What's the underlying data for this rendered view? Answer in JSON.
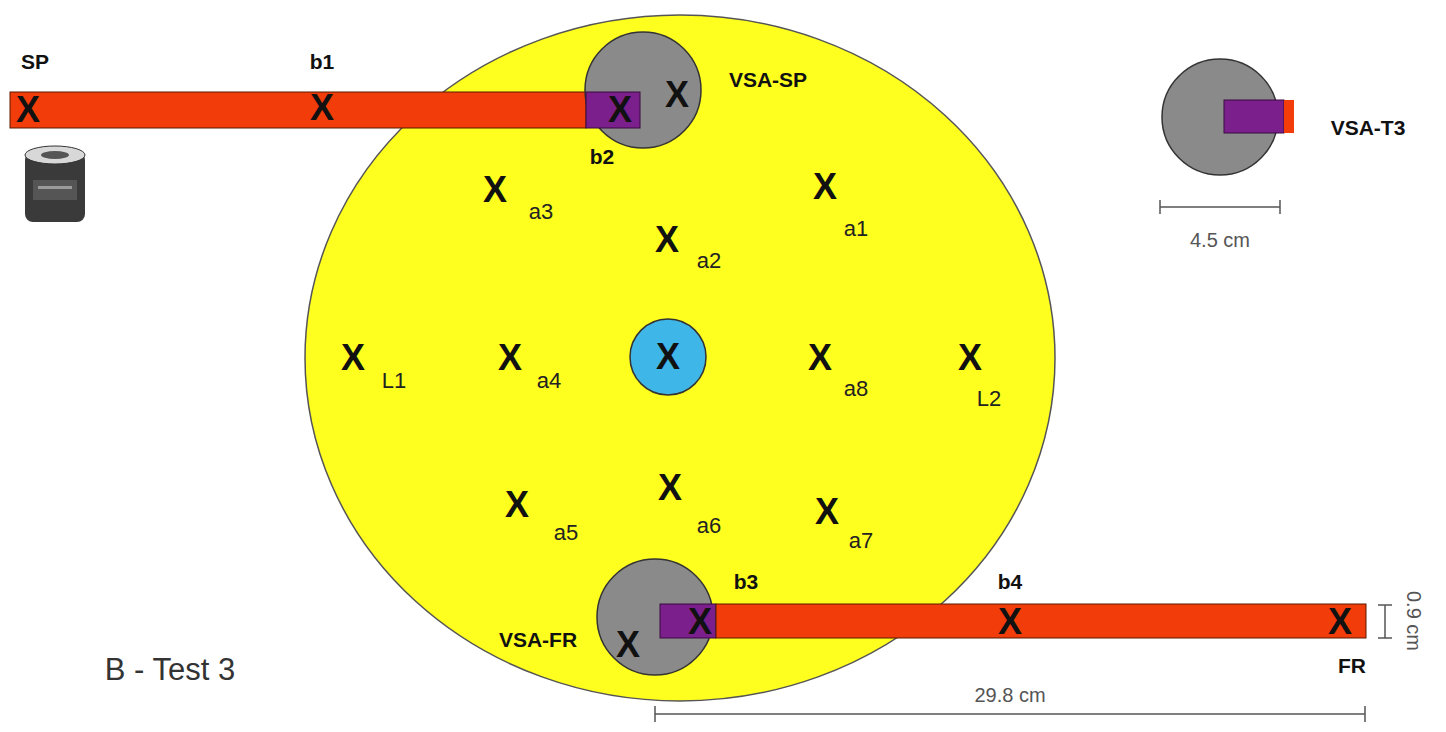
{
  "diagram": {
    "nodes": [
      {
        "text": [
          "X",
          "VSA-SP"
        ]
      },
      {
        "text": [
          "VSA-T3"
        ]
      },
      {
        "text": [
          "X"
        ]
      },
      {
        "text": [
          "VSA-FR",
          "X"
        ]
      }
    ],
    "labels": [
      "SP",
      "X",
      "b1",
      "X",
      "X",
      "b2",
      "X",
      "a3",
      "X",
      "a1",
      "X",
      "a2",
      "X",
      "L1",
      "X",
      "a4",
      "X",
      "a8",
      "X",
      "L2",
      "X",
      "a6",
      "X",
      "a5",
      "X",
      "a7",
      "b3",
      "X",
      "b4",
      "X",
      "X",
      "FR",
      "4.5 cm",
      "0.9 cm",
      "29.8 cm",
      "B - Test 3"
    ]
  }
}
